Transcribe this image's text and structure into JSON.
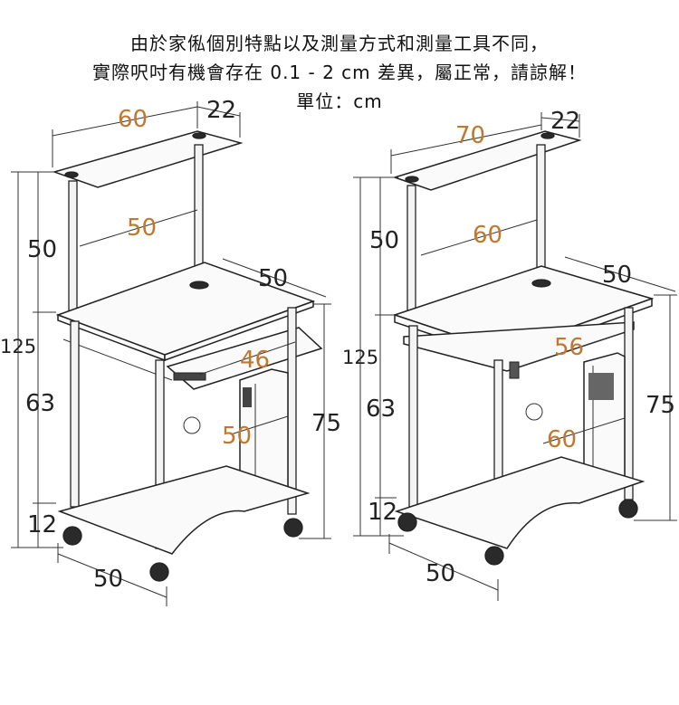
{
  "notice": {
    "line1": "由於家俬個別特點以及測量方式和測量工具不同，",
    "line2": "實際呎吋有機會存在 0.1 - 2 cm 差異，屬正常，請諒解！",
    "line3": "單位：cm"
  },
  "left_desk": {
    "top_width": "60",
    "top_depth": "22",
    "shelf_height": "50",
    "shelf_upper_width": "50",
    "desk_depth": "50",
    "keyboard_tray": "46",
    "cpu_shelf": "50",
    "total_height": "125",
    "desk_height": "75",
    "lower_height": "63",
    "base_height": "12",
    "base_width": "50"
  },
  "right_desk": {
    "top_width": "70",
    "top_depth": "22",
    "shelf_height": "50",
    "shelf_upper_width": "60",
    "desk_depth": "50",
    "keyboard_tray": "56",
    "cpu_shelf": "60",
    "total_height": "125",
    "desk_height": "75",
    "lower_height": "63",
    "base_height": "12",
    "base_width": "50"
  },
  "colors": {
    "accent_dimension": "#c0772e",
    "line": "#222222"
  }
}
